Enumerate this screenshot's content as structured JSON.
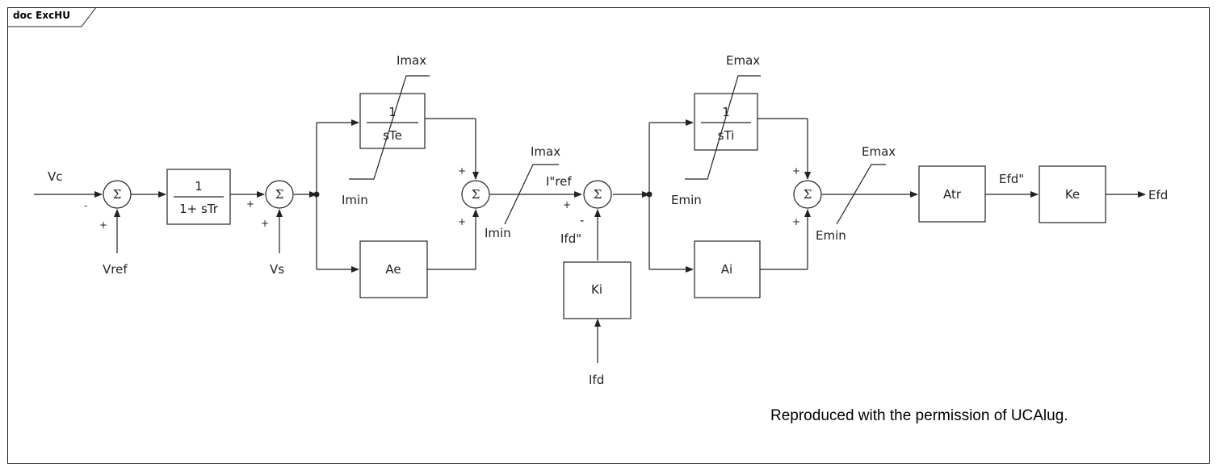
{
  "header": {
    "title": "doc ExcHU"
  },
  "signals": {
    "vc": "Vc",
    "vref": "Vref",
    "vs": "Vs",
    "iref": "I\"ref",
    "ifd_pp": "Ifd\"",
    "ifd": "Ifd",
    "efd_pp": "Efd\"",
    "efd": "Efd"
  },
  "blocks": {
    "tr_num": "1",
    "tr_den": "1+ sTr",
    "te_num": "1",
    "te_den": "sTe",
    "ae": "Ae",
    "ki": "Ki",
    "ti_num": "1",
    "ti_den": "sTi",
    "ai": "Ai",
    "atr": "Atr",
    "ke": "Ke"
  },
  "limits": {
    "imax": "Imax",
    "imin": "Imin",
    "emax": "Emax",
    "emin": "Emin"
  },
  "symbols": {
    "sum": "Σ",
    "plus": "+",
    "minus": "-"
  },
  "footer": {
    "note": "Reproduced with the permission of UCAlug."
  }
}
